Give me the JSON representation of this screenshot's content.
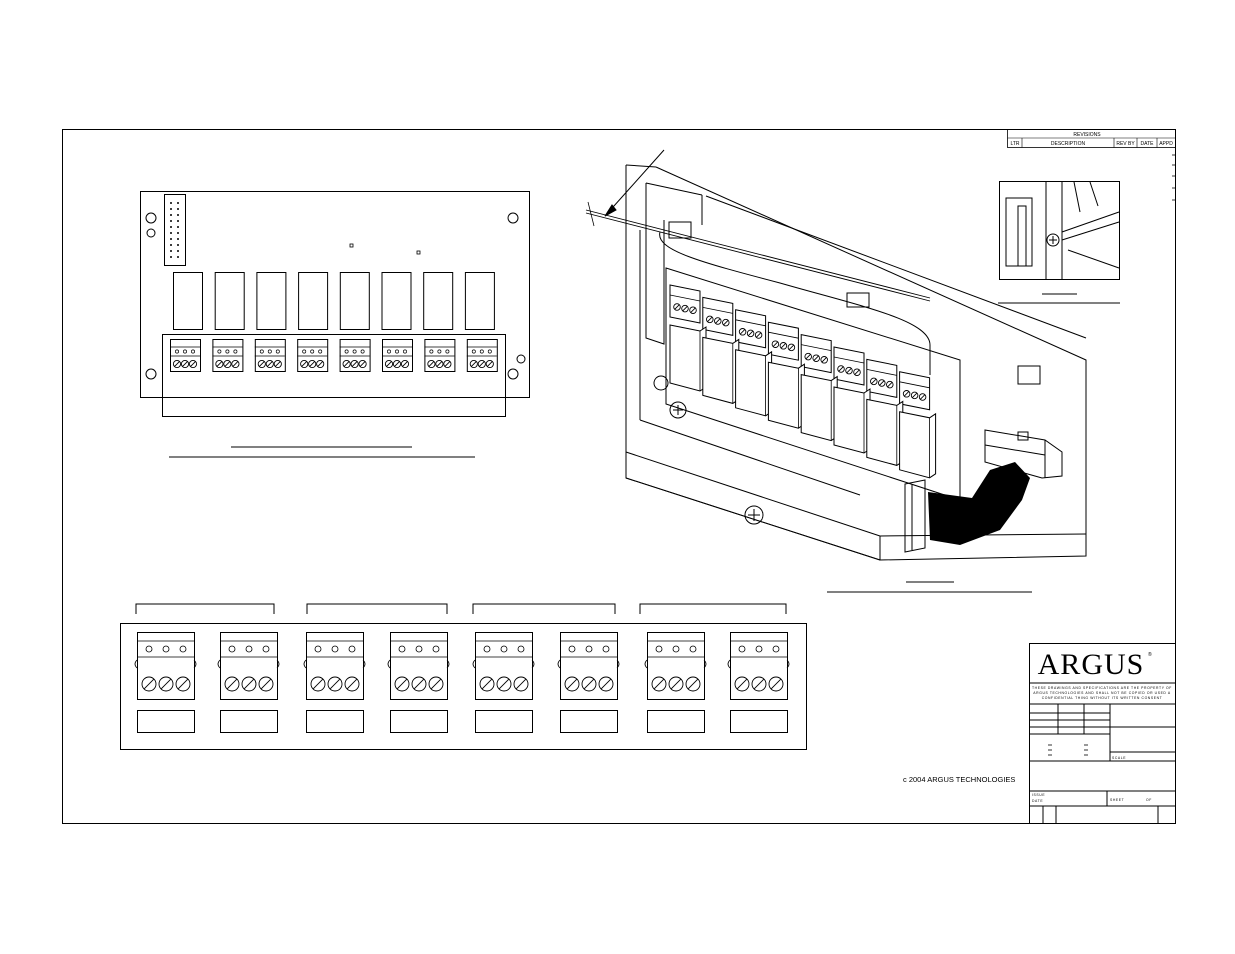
{
  "revisions_block": {
    "title": "REVISIONS",
    "columns": [
      "LTR",
      "DESCRIPTION",
      "REV BY",
      "DATE",
      "APPD"
    ]
  },
  "title_block": {
    "logo_text": "ARGUS",
    "registered_mark": "®",
    "notice_lines": [
      "THESE DRAWINGS AND SPECIFICATIONS ARE THE PROPERTY OF",
      "ARGUS TECHNOLOGIES AND SHALL NOT BE COPIED OR USED A",
      "CONFIDENTIAL THING WITHOUT ITS WRITTEN CONSENT"
    ],
    "scale_label": "SCALE",
    "issue_label": "ISSUE",
    "date_label": "DATE",
    "sheet_label": "SHEET",
    "of_label": "OF"
  },
  "copyright": "c  2004 ARGUS TECHNOLOGIES",
  "views": {
    "board_top": {
      "relay_count": 8,
      "terminal_count": 8
    },
    "isometric": {
      "terminal_count": 8
    },
    "terminal_strip": {
      "connector_count": 8,
      "bracket_count": 4
    }
  }
}
